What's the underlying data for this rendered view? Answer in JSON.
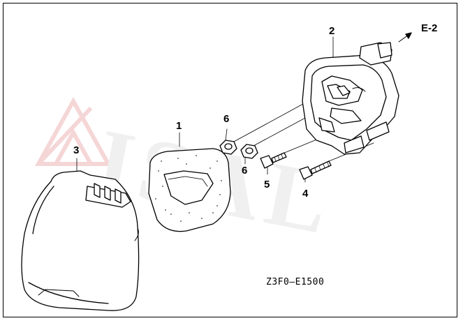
{
  "diagram": {
    "callouts": [
      {
        "id": "1",
        "text": "1"
      },
      {
        "id": "2",
        "text": "2"
      },
      {
        "id": "3",
        "text": "3"
      },
      {
        "id": "4",
        "text": "4"
      },
      {
        "id": "5",
        "text": "5"
      },
      {
        "id": "6a",
        "text": "6"
      },
      {
        "id": "6b",
        "text": "6"
      }
    ],
    "ref_label": "E-2",
    "drawing_code": "Z3F0—E1500",
    "watermark": "ISAL"
  },
  "colors": {
    "line": "#000000",
    "watermark": "#ececec",
    "watermark_logo": "#f7dede"
  }
}
